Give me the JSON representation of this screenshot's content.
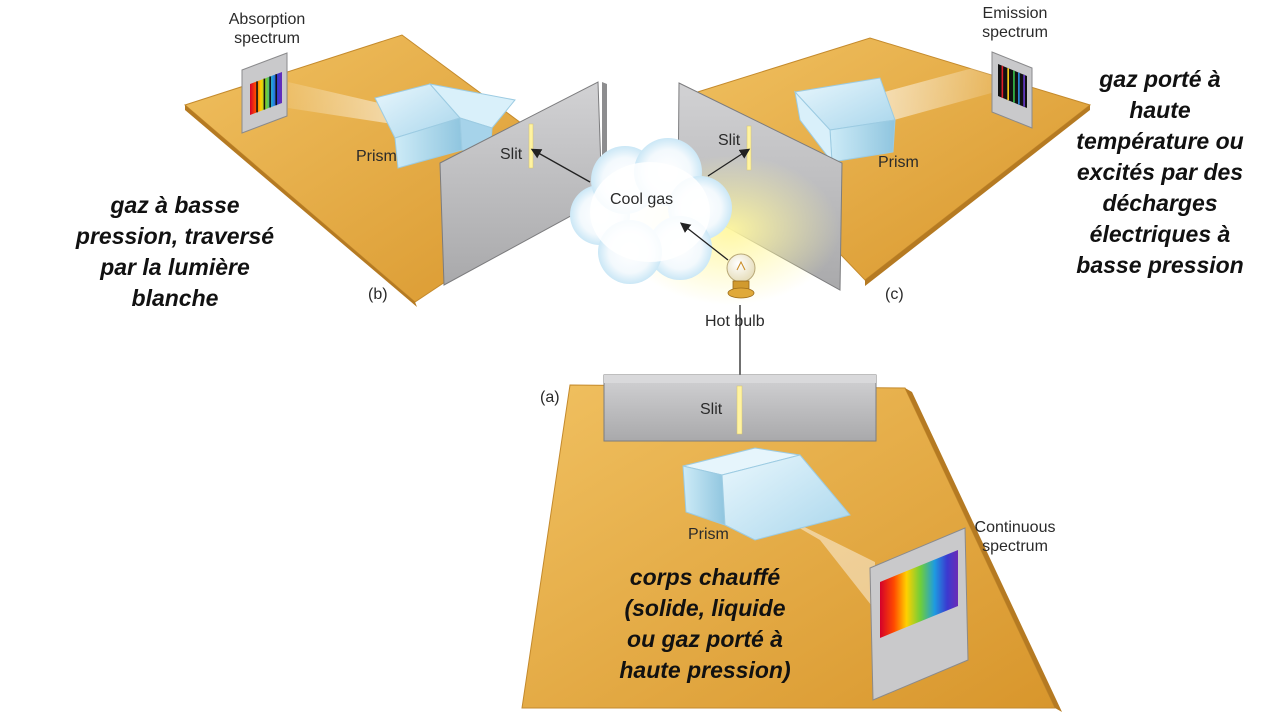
{
  "setup_a": {
    "tag": "(a)",
    "slit": "Slit",
    "prism": "Prism",
    "spectrum_label": "Continuous\nspectrum",
    "caption": "corps chauffé\n(solide, liquide\nou gaz porté à\nhaute pression)"
  },
  "setup_b": {
    "tag": "(b)",
    "slit": "Slit",
    "prism": "Prism",
    "spectrum_label": "Absorption\nspectrum",
    "caption": "gaz  à basse\npression, traversé\npar la lumière\nblanche"
  },
  "setup_c": {
    "tag": "(c)",
    "slit": "Slit",
    "prism": "Prism",
    "spectrum_label": "Emission\nspectrum",
    "caption": "gaz porté à\nhaute\ntempérature ou\nexcités par des\ndécharges\nélectriques à\nbasse pression"
  },
  "source": {
    "bulb": "Hot bulb",
    "gas": "Cool gas"
  },
  "colors": {
    "table": "#e3a73e",
    "table_edge": "#b9832a",
    "screen": "#b9b9bb",
    "prism": "#bfe3f2",
    "text": "#2a2a2a",
    "caption": "#111111"
  }
}
